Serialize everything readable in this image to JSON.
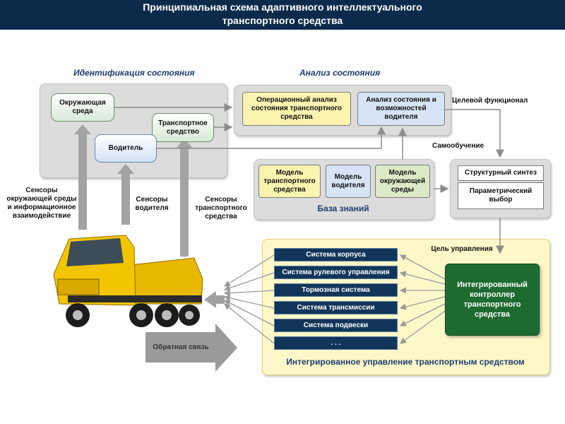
{
  "title_line1": "Принципиальная схема адаптивного интеллектуального",
  "title_line2": "транспортного средства",
  "sections": {
    "identification": "Идентификация состояния",
    "analysis": "Анализ состояния"
  },
  "boxes": {
    "environment": "Окружающая среда",
    "vehicle": "Транспортное средство",
    "driver": "Водитель",
    "operational_analysis": "Операционный анализ состояния транспортного средства",
    "state_analysis": "Анализ состояния и возможностей водителя",
    "model_vehicle": "Модель транспортного средства",
    "model_driver": "Модель водителя",
    "model_environment": "Модель окружающей среды",
    "knowledge_base": "База знаний",
    "structural_synthesis": "Структурный синтез",
    "parametric_choice": "Параметрический выбор",
    "controller": "Интегрированный контроллер транспортного средства",
    "integrated_management": "Интегрированное управление транспортным средством"
  },
  "labels": {
    "target_functional": "Целевой функционал",
    "self_learning": "Самообучение",
    "control_goal": "Цель управления",
    "feedback": "Обратная связь",
    "sensors_env": "Сенсоры окружающей среды и информационное взаимодействие",
    "sensors_driver": "Сенсоры водителя",
    "sensors_vehicle": "Сенсоры транспортного средства"
  },
  "systems": [
    "Система корпуса",
    "Система рулевого управления",
    "Тормозная система",
    "Система трансмиссии",
    "Система подвески",
    ". . ."
  ],
  "colors": {
    "header": "#0c2b4b",
    "system_bar": "#12365a",
    "controller": "#1e6b31",
    "truck": "#f2c500",
    "management_panel": "#fdf8c9"
  }
}
